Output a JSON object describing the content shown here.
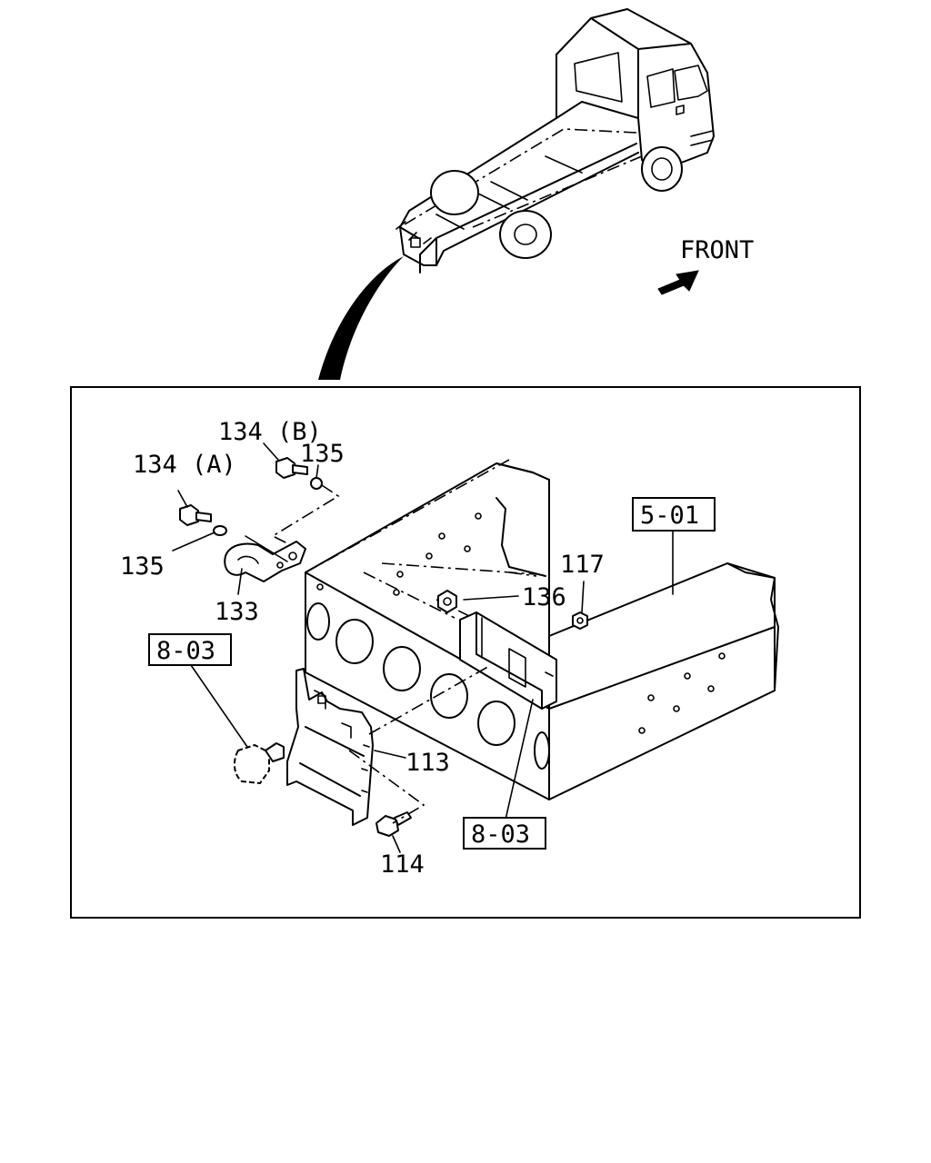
{
  "direction_label": "FRONT",
  "callouts": {
    "p134b": "134 (B)",
    "p134a": "134 (A)",
    "p135_top": "135",
    "p135_left": "135",
    "p133": "133",
    "p136": "136",
    "p117": "117",
    "p113": "113",
    "p114": "114"
  },
  "ref_boxes": {
    "r501": "5-01",
    "r803_left": "8-03",
    "r803_bottom": "8-03"
  }
}
